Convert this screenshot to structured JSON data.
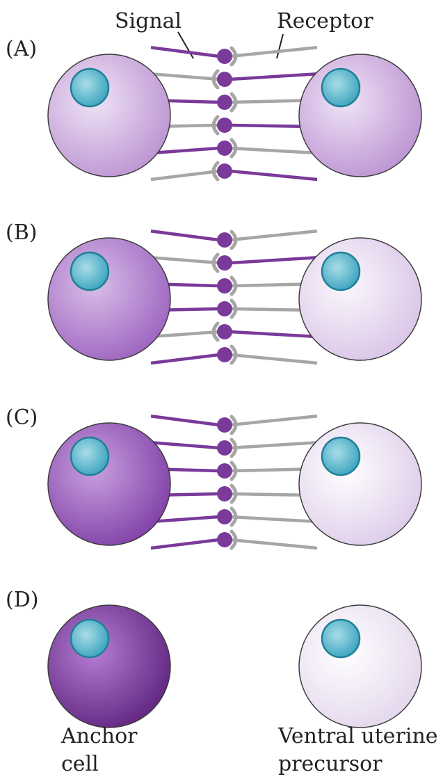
{
  "labels": {
    "signal": "Signal",
    "receptor": "Receptor",
    "anchor_line1": "Anchor",
    "anchor_line2": "cell",
    "vu_line1": "Ventral uterine",
    "vu_line2": "precursor"
  },
  "colors": {
    "signal": "#7a3a9a",
    "receptor": "#a6a6a6",
    "nucleus": "#55b4cc",
    "nucleus_stroke": "#1f7f98",
    "cell_stroke": "#3c3c3c"
  },
  "panels": [
    {
      "id": "A",
      "label": "(A)",
      "left_cell_shade": "#c9a3dc",
      "right_cell_shade": "#c9a3dc",
      "connections": [
        "signal-left",
        "receptor-left",
        "signal-left",
        "receptor-left",
        "signal-left",
        "receptor-left"
      ],
      "right_connections": [
        "receptor",
        "signal",
        "receptor",
        "signal",
        "receptor",
        "signal"
      ]
    },
    {
      "id": "B",
      "label": "(B)",
      "left_cell_shade": "#b27fcf",
      "right_cell_shade": "#e6d5ef",
      "connections": [
        "signal-left",
        "receptor-left",
        "signal-left",
        "signal-left",
        "receptor-left",
        "signal-left"
      ],
      "right_connections": [
        "receptor",
        "signal",
        "receptor",
        "receptor",
        "signal",
        "receptor"
      ]
    },
    {
      "id": "C",
      "label": "(C)",
      "left_cell_shade": "#9a5cba",
      "right_cell_shade": "#ece2f3",
      "connections": [
        "signal-left",
        "signal-left",
        "signal-left",
        "signal-left",
        "signal-left",
        "signal-left"
      ],
      "right_connections": [
        "receptor",
        "receptor",
        "receptor",
        "receptor",
        "receptor",
        "receptor"
      ]
    },
    {
      "id": "D",
      "label": "(D)",
      "left_cell_shade": "#7a3a9a",
      "right_cell_shade": "#f4eef8",
      "connections": [],
      "right_connections": []
    }
  ]
}
